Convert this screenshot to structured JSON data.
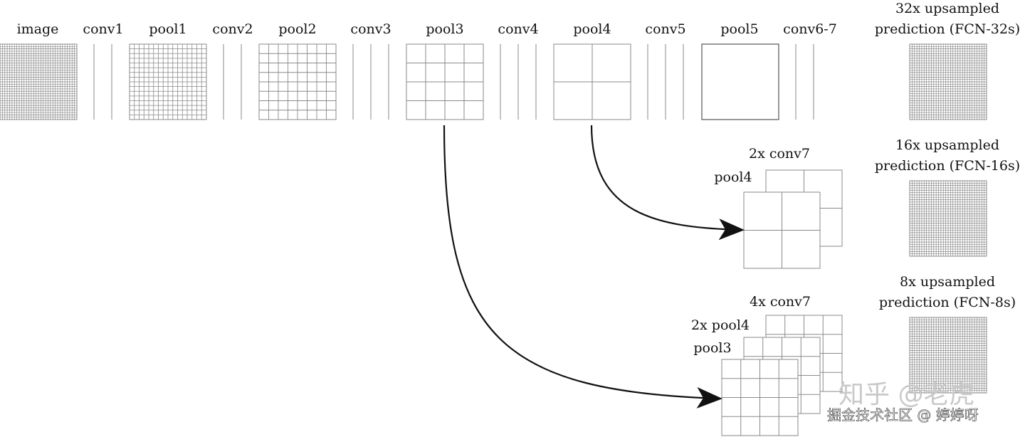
{
  "stages": {
    "image": "image",
    "conv1": "conv1",
    "pool1": "pool1",
    "conv2": "conv2",
    "pool2": "pool2",
    "conv3": "conv3",
    "pool3": "pool3",
    "conv4": "conv4",
    "pool4": "pool4",
    "conv5": "conv5",
    "pool5": "pool5",
    "conv67": "conv6-7"
  },
  "predictions": {
    "fcn32": {
      "line1": "32x upsampled",
      "line2": "prediction (FCN-32s)"
    },
    "fcn16": {
      "line1": "16x upsampled",
      "line2": "prediction (FCN-16s)"
    },
    "fcn8": {
      "line1": "8x upsampled",
      "line2": "prediction (FCN-8s)"
    }
  },
  "fusion16": {
    "conv7": "2x conv7",
    "pool4": "pool4"
  },
  "fusion8": {
    "conv7": "4x conv7",
    "pool4": "2x pool4",
    "pool3": "pool3"
  },
  "watermarks": {
    "zhihu": "知乎 @老虎",
    "juejin": "掘金技术社区 @ 婷婷呀"
  },
  "colors": {
    "line": "#111111",
    "grid": "#8a8a8a",
    "watermark": "#c4c4c4"
  }
}
